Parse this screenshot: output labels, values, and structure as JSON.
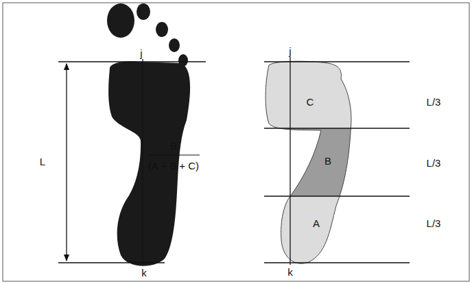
{
  "diagram": {
    "labels": [
      "j",
      "j",
      "C",
      "L/3",
      "L",
      "B",
      "(A + B + C)",
      "B",
      "L/3",
      "A",
      "L/3",
      "k",
      "k"
    ]
  }
}
